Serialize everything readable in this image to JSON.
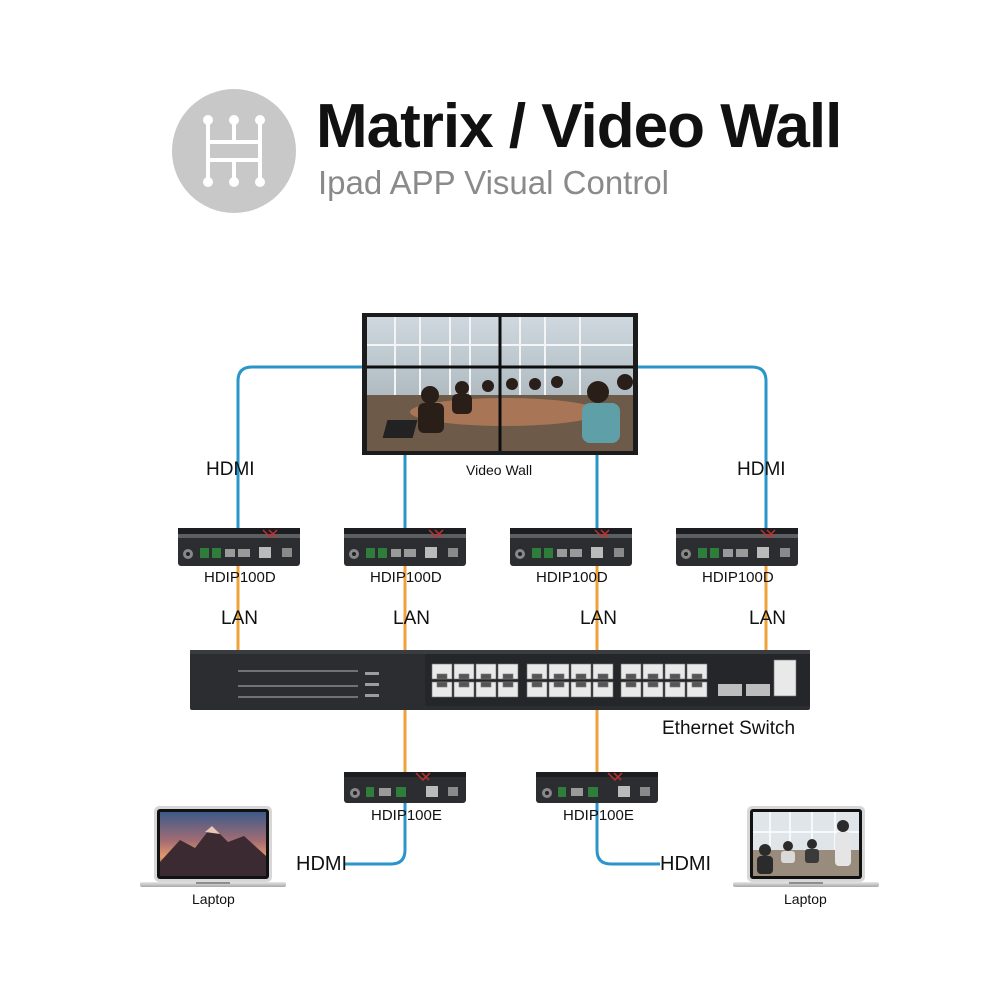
{
  "header": {
    "title": "Matrix / Video Wall",
    "subtitle": "Ipad APP Visual Control"
  },
  "labels": {
    "video_wall": "Video Wall",
    "ethernet_switch": "Ethernet Switch",
    "hdmi": "HDMI",
    "lan": "LAN",
    "decoder_model": "HDIP100D",
    "encoder_model": "HDIP100E",
    "laptop": "Laptop"
  },
  "colors": {
    "hdmi_cable": "#2a95c9",
    "lan_cable": "#f0a23a",
    "logo_circle": "#c8c8c8",
    "device_body": "#2b2d31"
  },
  "icons": {
    "logo": "matrix-routing-icon"
  }
}
